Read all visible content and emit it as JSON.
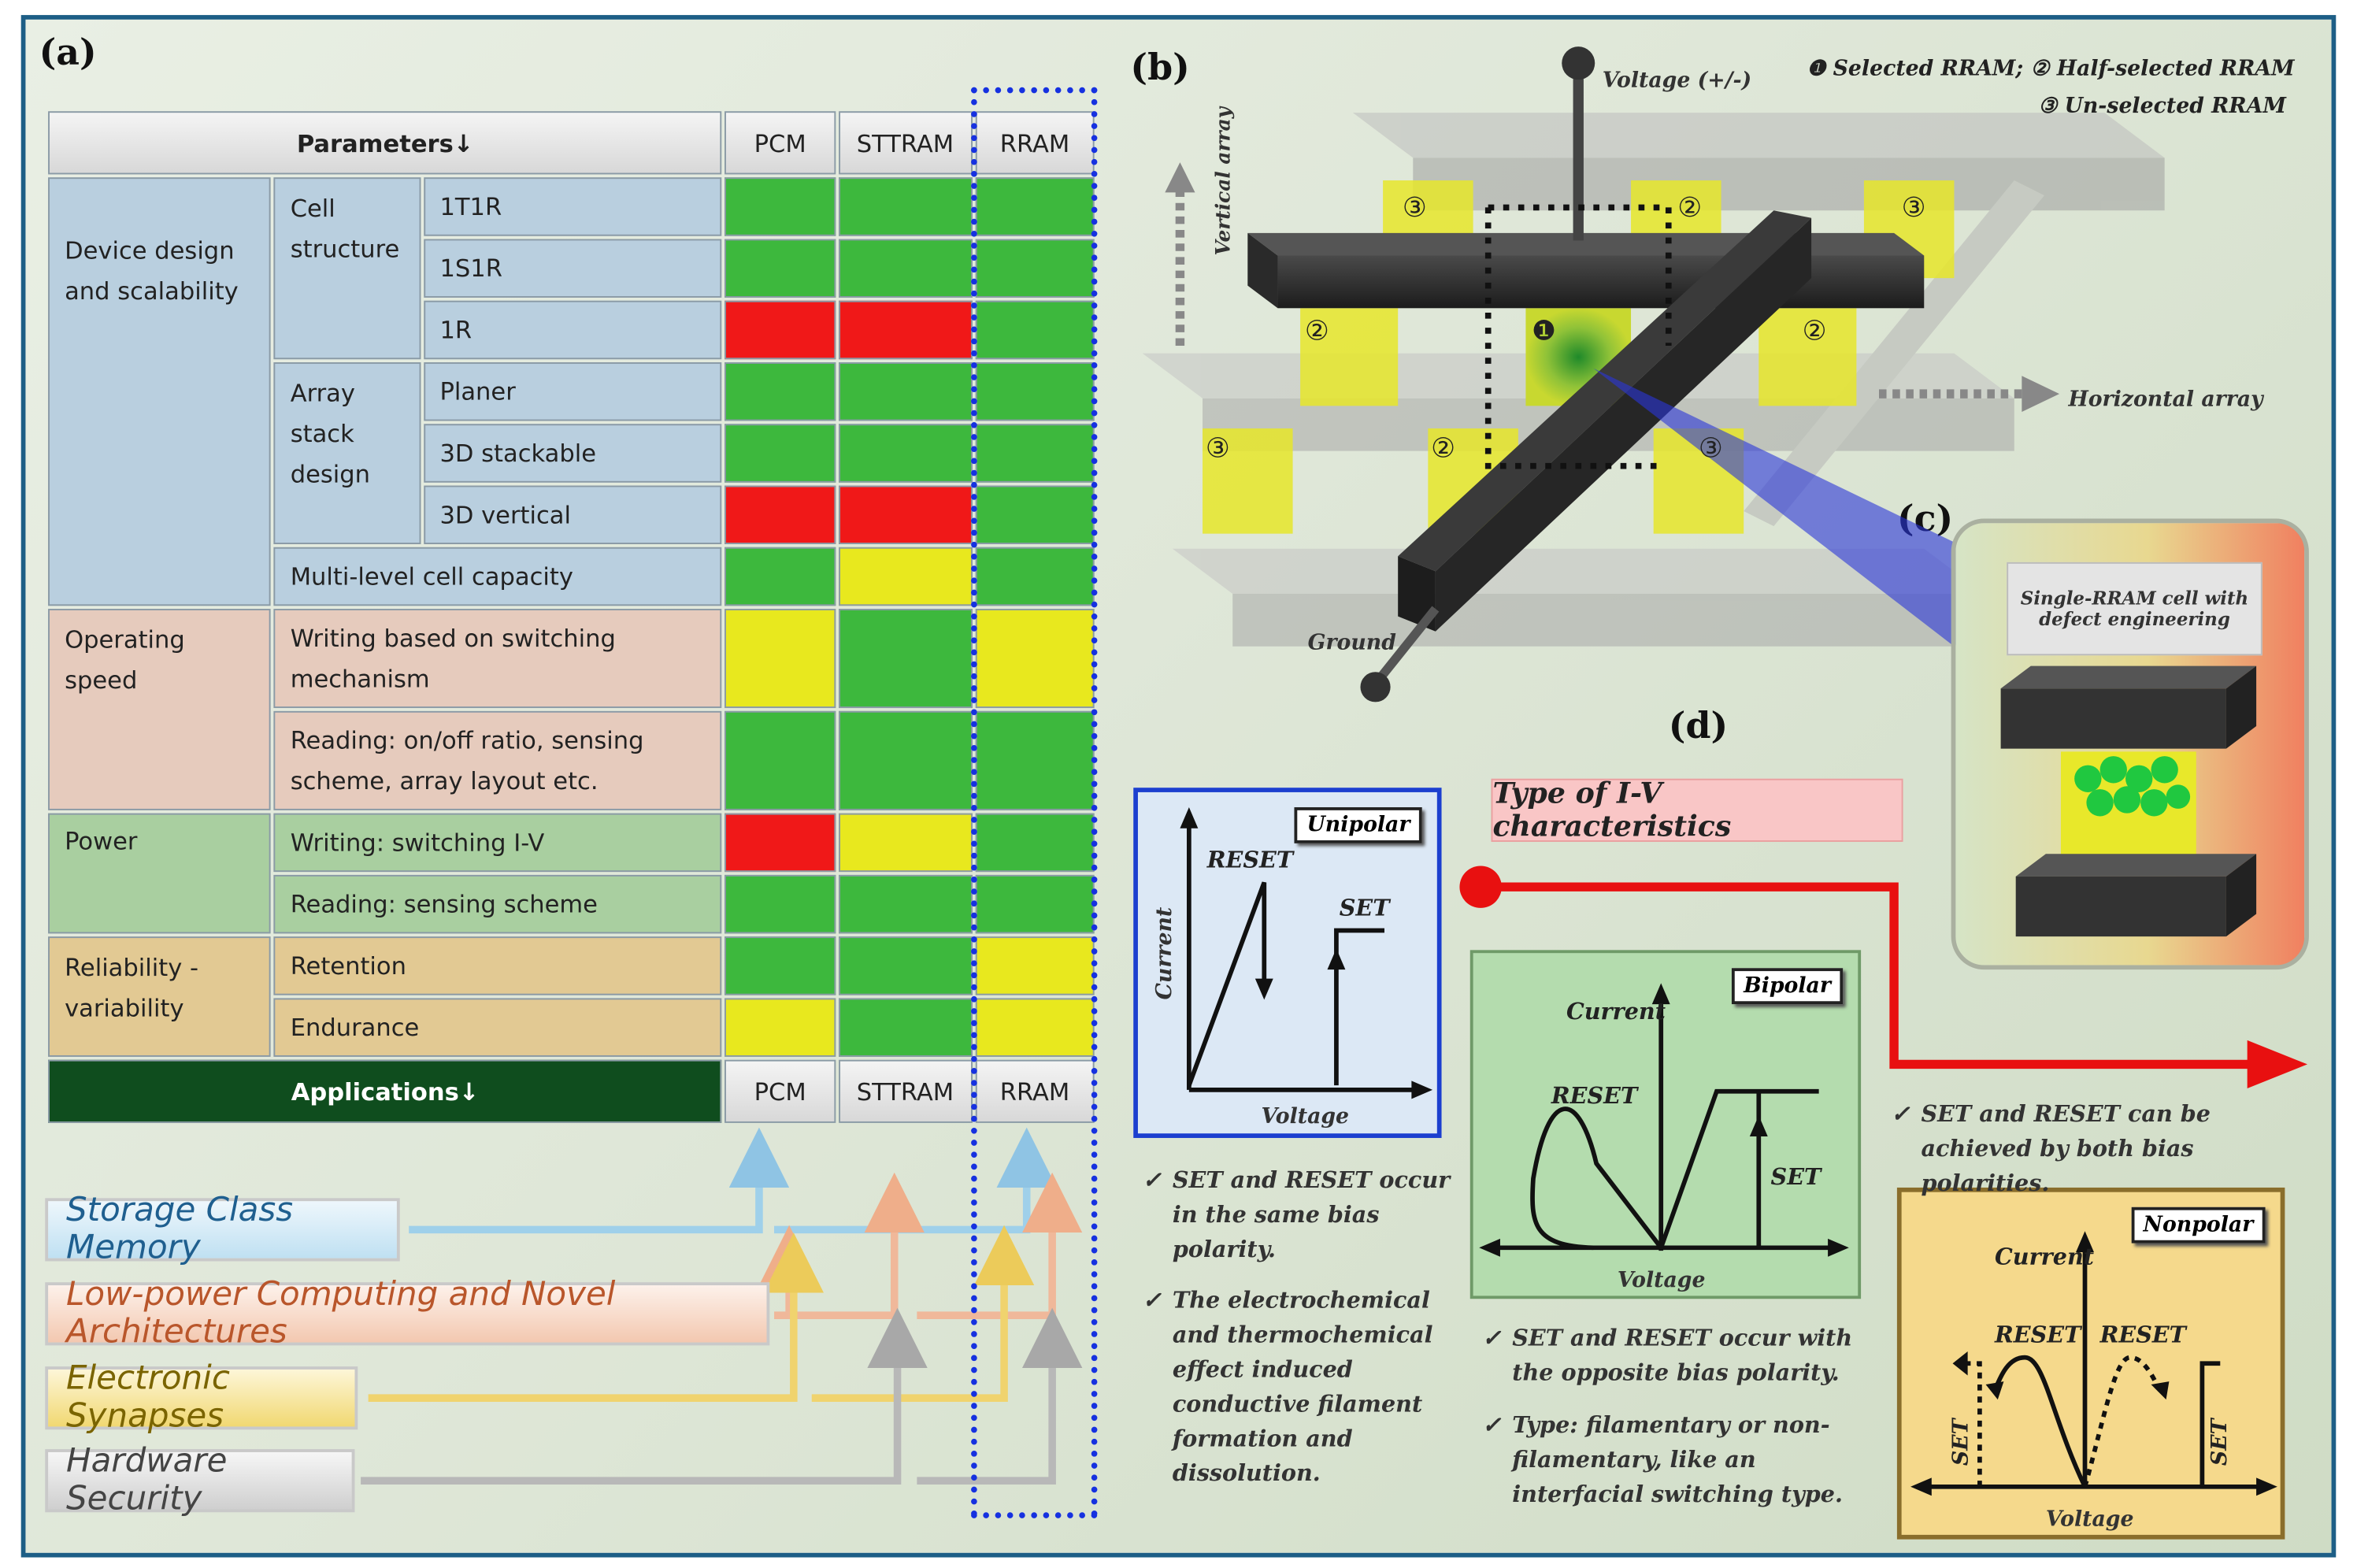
{
  "panels": {
    "a": "(a)",
    "b": "(b)",
    "c": "(c)",
    "d": "(d)"
  },
  "table": {
    "parameters_header": "Parameters↓",
    "columns": [
      "PCM",
      "STTRAM",
      "RRAM"
    ],
    "applications_header": "Applications↓",
    "groups": {
      "device": "Device design and scalability",
      "cell_structure": "Cell structure",
      "array_stack": "Array stack design",
      "operating": "Operating speed",
      "power": "Power",
      "reliability": "Reliability - variability"
    },
    "rows": [
      {
        "label": "1T1R",
        "ratings": [
          "green",
          "green",
          "green"
        ]
      },
      {
        "label": "1S1R",
        "ratings": [
          "green",
          "green",
          "green"
        ]
      },
      {
        "label": "1R",
        "ratings": [
          "red",
          "red",
          "green"
        ]
      },
      {
        "label": "Planer",
        "ratings": [
          "green",
          "green",
          "green"
        ]
      },
      {
        "label": "3D stackable",
        "ratings": [
          "green",
          "green",
          "green"
        ]
      },
      {
        "label": "3D vertical",
        "ratings": [
          "red",
          "red",
          "green"
        ]
      },
      {
        "label": "Multi-level cell capacity",
        "ratings": [
          "green",
          "yellow",
          "green"
        ]
      },
      {
        "label": "Writing based on switching mechanism",
        "ratings": [
          "yellow",
          "green",
          "yellow"
        ]
      },
      {
        "label": "Reading: on/off ratio, sensing scheme, array layout etc.",
        "ratings": [
          "green",
          "green",
          "green"
        ]
      },
      {
        "label": "Writing: switching I-V",
        "ratings": [
          "red",
          "yellow",
          "green"
        ]
      },
      {
        "label": "Reading: sensing scheme",
        "ratings": [
          "green",
          "green",
          "green"
        ]
      },
      {
        "label": "Retention",
        "ratings": [
          "green",
          "green",
          "yellow"
        ]
      },
      {
        "label": "Endurance",
        "ratings": [
          "yellow",
          "green",
          "yellow"
        ]
      }
    ]
  },
  "applications": [
    {
      "label": "Storage Class Memory",
      "color": "#9fd0ea"
    },
    {
      "label": "Low-power Computing and Novel Architectures",
      "color": "#f0b89a"
    },
    {
      "label": "Electronic Synapses",
      "color": "#f0d36e"
    },
    {
      "label": "Hardware Security",
      "color": "#b8b8b8"
    }
  ],
  "crossbar": {
    "voltage": "Voltage (+/-)",
    "ground": "Ground",
    "vertical_array": "Vertical array",
    "horizontal_array": "Horizontal array",
    "legend_line1": "❶ Selected RRAM; ② Half-selected RRAM",
    "legend_line2": "③ Un-selected RRAM",
    "mark1": "❶",
    "mark2": "②",
    "mark3": "③"
  },
  "cell_c": {
    "title": "Single-RRAM cell with defect engineering"
  },
  "iv": {
    "title": "Type of I-V characteristics",
    "current": "Current",
    "voltage": "Voltage",
    "reset": "RESET",
    "set": "SET",
    "unipolar": "Unipolar",
    "bipolar": "Bipolar",
    "nonpolar": "Nonpolar",
    "unipolar_notes": [
      "SET and RESET occur in the same bias polarity.",
      "The electrochemical and thermochemical effect induced conductive filament formation and dissolution."
    ],
    "bipolar_notes": [
      "SET and RESET occur with the opposite bias polarity.",
      "Type: filamentary or non-filamentary, like an interfacial switching type."
    ],
    "nonpolar_note": "SET and RESET can be achieved by both bias polarities."
  },
  "colors": {
    "green": "#3db83d",
    "red": "#f01818",
    "yellow": "#e8e81e",
    "rram_box": "#1631e0",
    "iv_arrow": "#e81010"
  }
}
